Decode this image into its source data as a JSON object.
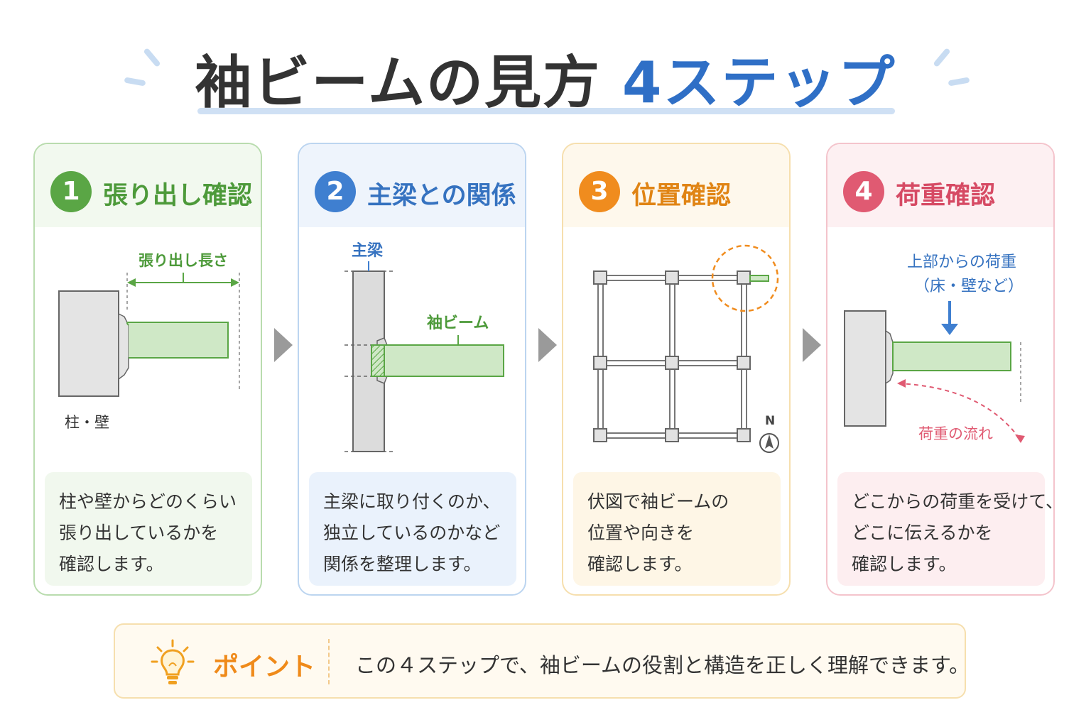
{
  "title": {
    "main": "袖ビームの見方",
    "accent": "4ステップ"
  },
  "steps": [
    {
      "number": "1",
      "title": "張り出し確認",
      "color": "#5aa645",
      "figure": {
        "dimension_label": "張り出し長さ",
        "support_label": "柱・壁"
      },
      "description": [
        "柱や壁からどのくらい",
        "張り出しているかを",
        "確認します。"
      ]
    },
    {
      "number": "2",
      "title": "主梁との関係",
      "color": "#3f7fd0",
      "figure": {
        "main_beam_label": "主梁",
        "cantilever_label": "袖ビーム"
      },
      "description": [
        "主梁に取り付くのか、",
        "独立しているのかなど",
        "関係を整理します。"
      ]
    },
    {
      "number": "3",
      "title": "位置確認",
      "color": "#f08c1e",
      "figure": {
        "north_label": "N"
      },
      "description": [
        "伏図で袖ビームの",
        "位置や向きを",
        "確認します。"
      ]
    },
    {
      "number": "4",
      "title": "荷重確認",
      "color": "#e05a72",
      "figure": {
        "load_label_1": "上部からの荷重",
        "load_label_2": "（床・壁など）",
        "flow_label": "荷重の流れ"
      },
      "description": [
        "どこからの荷重を受けて、",
        "どこに伝えるかを",
        "確認します。"
      ]
    }
  ],
  "point": {
    "label": "ポイント",
    "icon": "lightbulb-icon",
    "text": "この４ステップで、袖ビームの役割と構造を正しく理解できます。"
  }
}
